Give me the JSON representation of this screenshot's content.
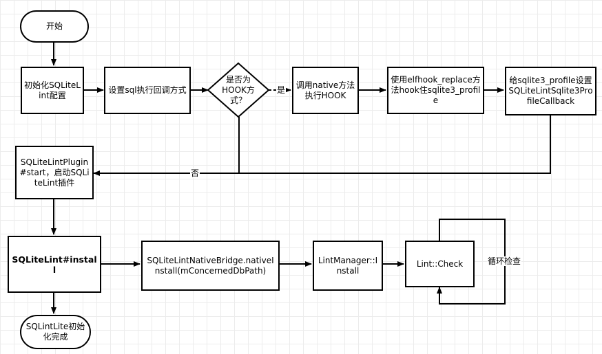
{
  "nodes": {
    "start": "开始",
    "init_config": "初始化SQLiteLint配置",
    "set_sql_callback": "设置sql执行回调方式",
    "is_hook": "是否为HOOK方式？",
    "native_hook": "调用native方法执行HOOK",
    "elfhook": "使用elfhook_replace方法hook住sqlite3_profile",
    "set_profile": "给sqlite3_profile设置SQLiteLintSqlite3ProfileCallback",
    "plugin_start": "SQLiteLintPlugin#start，启动SQLiteLint插件",
    "install": "SQLiteLint#install",
    "native_install": "SQLiteLintNativeBridge.nativeInstall(mConcernedDbPath)",
    "lint_manager": "LintManager::Install",
    "lint_check": "Lint::Check",
    "init_done": "SQLintLite初始化完成"
  },
  "edge_labels": {
    "yes": "是",
    "no": "否",
    "loop": "循环检查"
  }
}
